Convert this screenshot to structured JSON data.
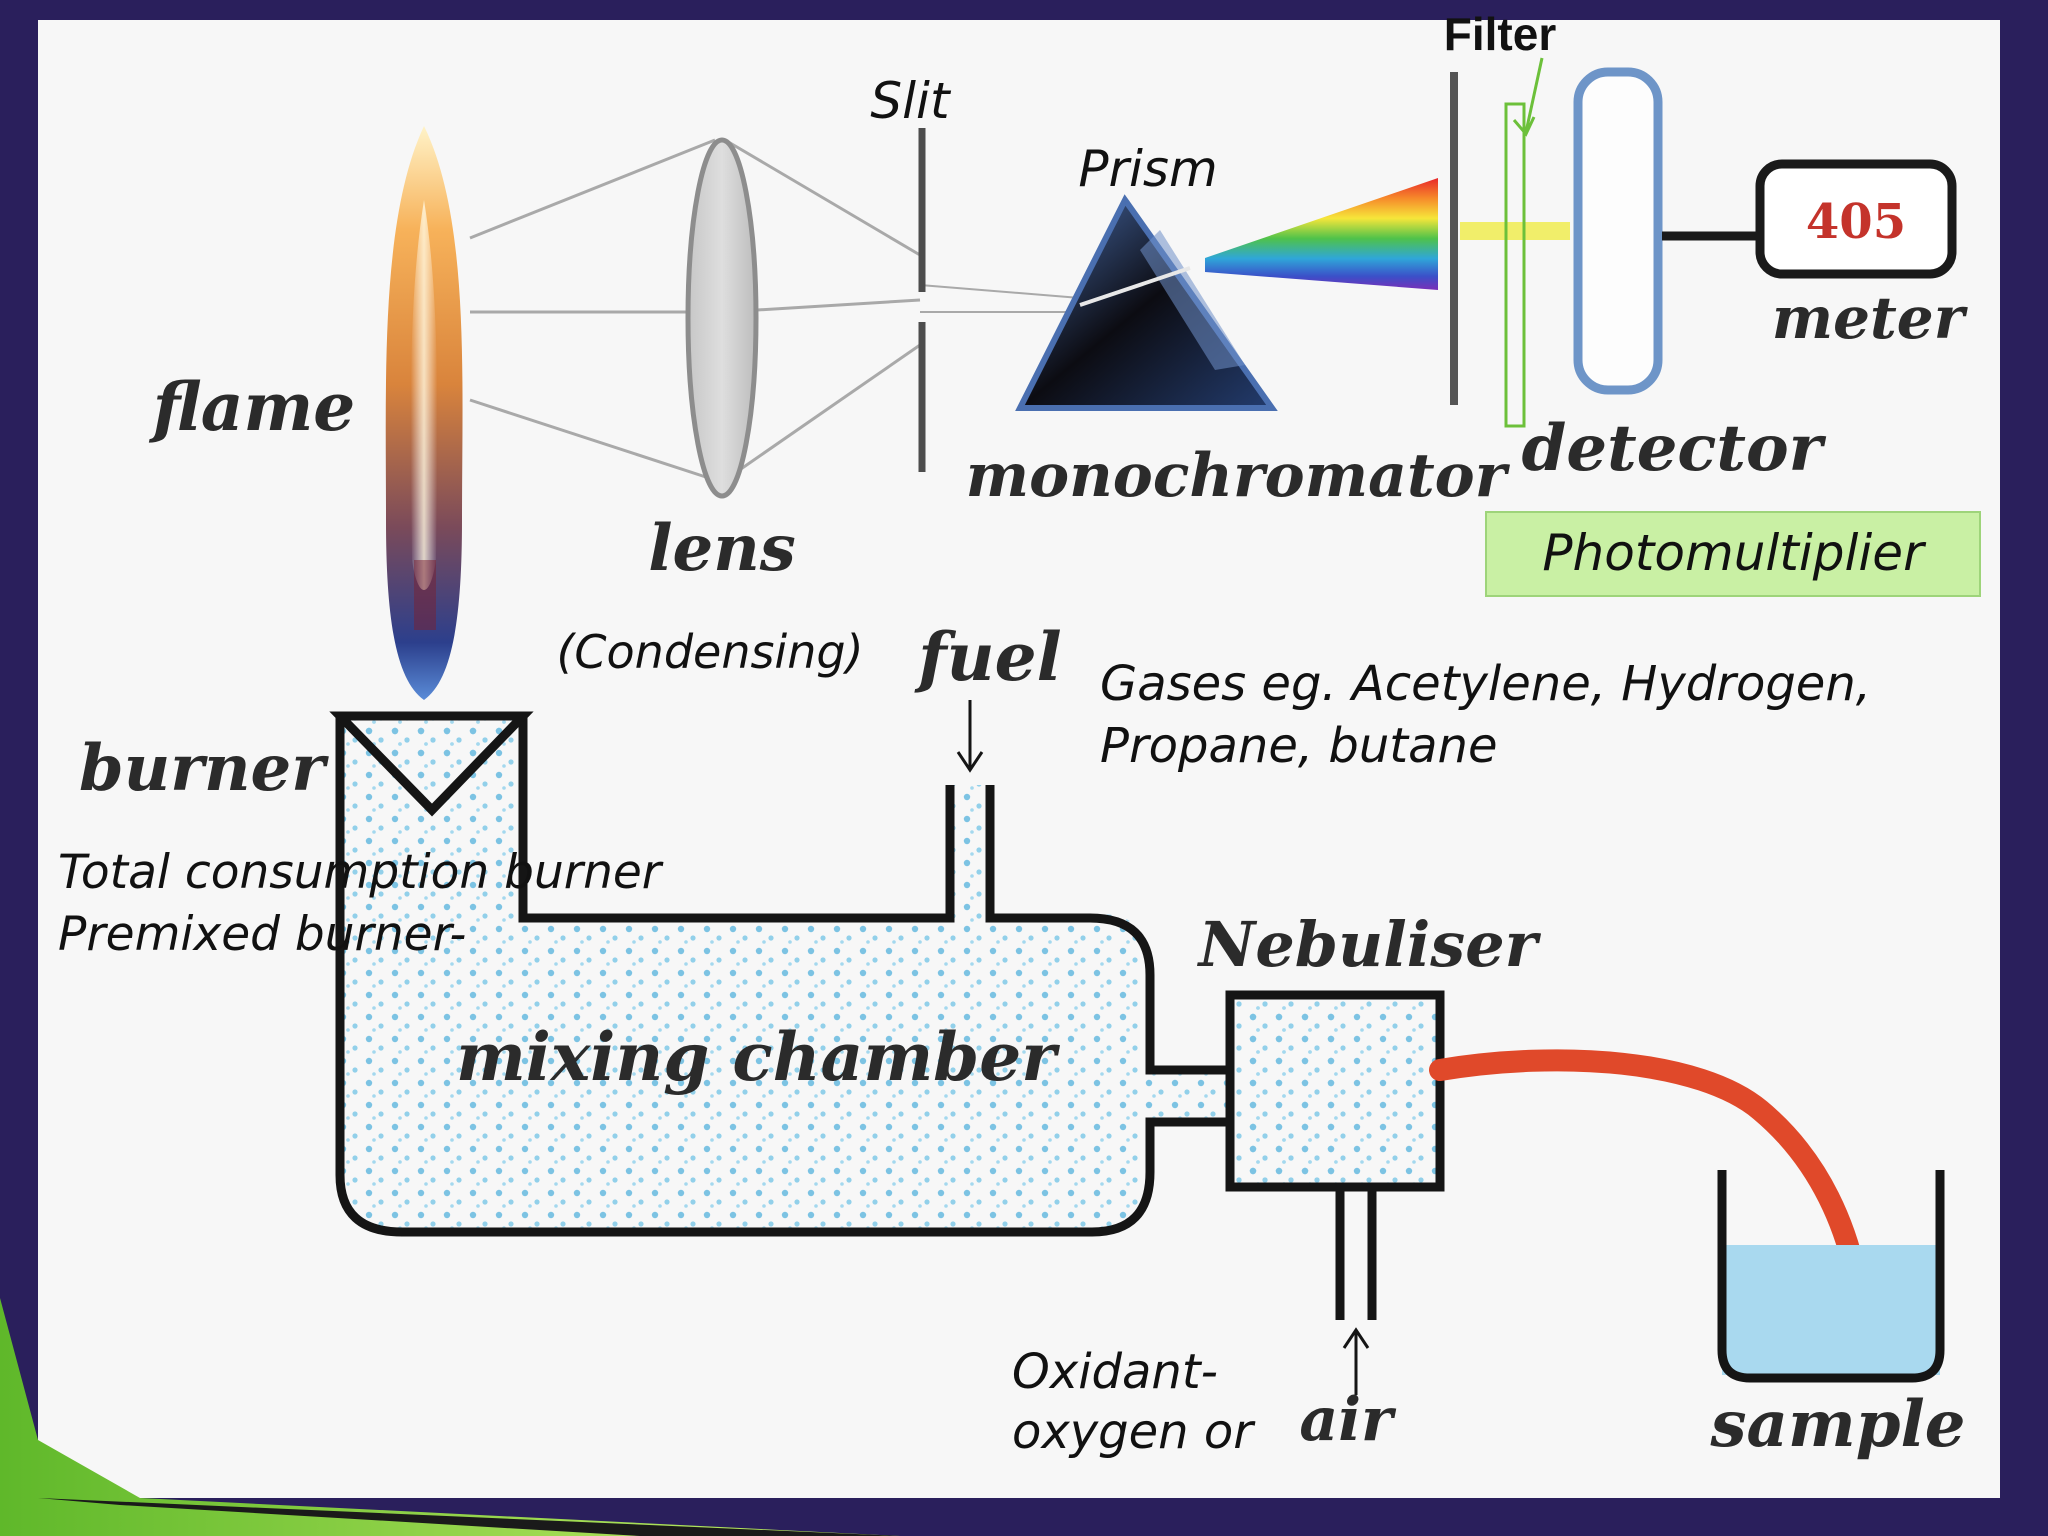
{
  "labels": {
    "filter": "Filter",
    "slit": "Slit",
    "prism": "Prism",
    "meter_reading": "405",
    "meter": "meter",
    "flame": "flame",
    "monochromator": "monochromator",
    "detector": "detector",
    "photomultiplier": "Photomultiplier",
    "lens": "lens",
    "condensing": "(Condensing)",
    "fuel": "fuel",
    "gases_line1": "Gases eg. Acetylene, Hydrogen,",
    "gases_line2": "Propane, butane",
    "burner": "burner",
    "burner_type1": "Total consumption burner",
    "burner_type2": "Premixed burner-",
    "nebuliser": "Nebuliser",
    "mixing_chamber": "mixing chamber",
    "oxidant_line1": "Oxidant-",
    "oxidant_line2": "oxygen or",
    "air": "air",
    "sample": "sample"
  },
  "colors": {
    "frame": "#2a1f5c",
    "page_bg": "#f7f7f7",
    "slide_accent": "#5fb82a",
    "tube": "#e0492a",
    "liquid": "#a9d9ef",
    "droplets": "#7cc3e3",
    "photomultiplier_bg": "#c9f0a4",
    "detector_outline": "#6e95c8",
    "filter_outline": "#6cc03a",
    "meter_text": "#c4332b"
  }
}
